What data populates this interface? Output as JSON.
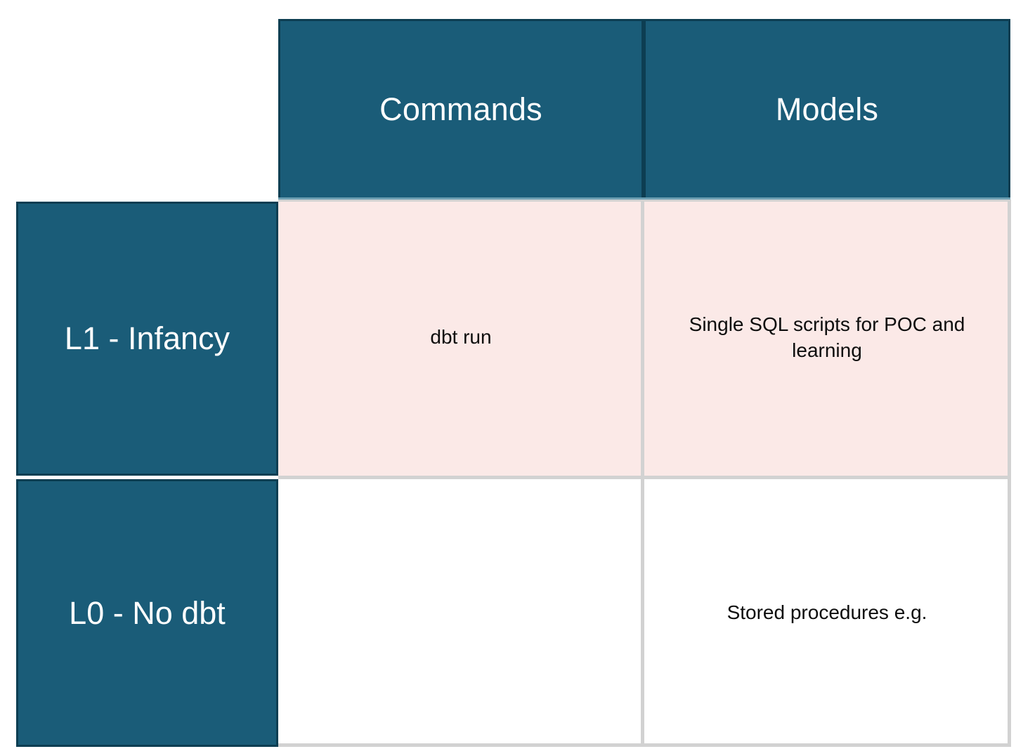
{
  "table": {
    "corner_label": "",
    "colors": {
      "header_fill": "#1a5c78",
      "header_border": "#0d3e52",
      "header_text": "#ffffff",
      "row_tint_highlight": "#fbe9e7",
      "row_tint_plain": "#ffffff",
      "gridline": "#d2d2d2",
      "body_text": "#0d0d0d"
    },
    "column_headers": [
      {
        "label": "Commands"
      },
      {
        "label": "Models"
      }
    ],
    "rows": [
      {
        "header": "L1 - Infancy",
        "tint": "highlight",
        "cells": [
          {
            "text": "dbt run"
          },
          {
            "text": "Single SQL scripts for POC and learning"
          }
        ]
      },
      {
        "header": "L0 - No dbt",
        "tint": "plain",
        "cells": [
          {
            "text": ""
          },
          {
            "text": "Stored procedures e.g."
          }
        ]
      }
    ]
  }
}
